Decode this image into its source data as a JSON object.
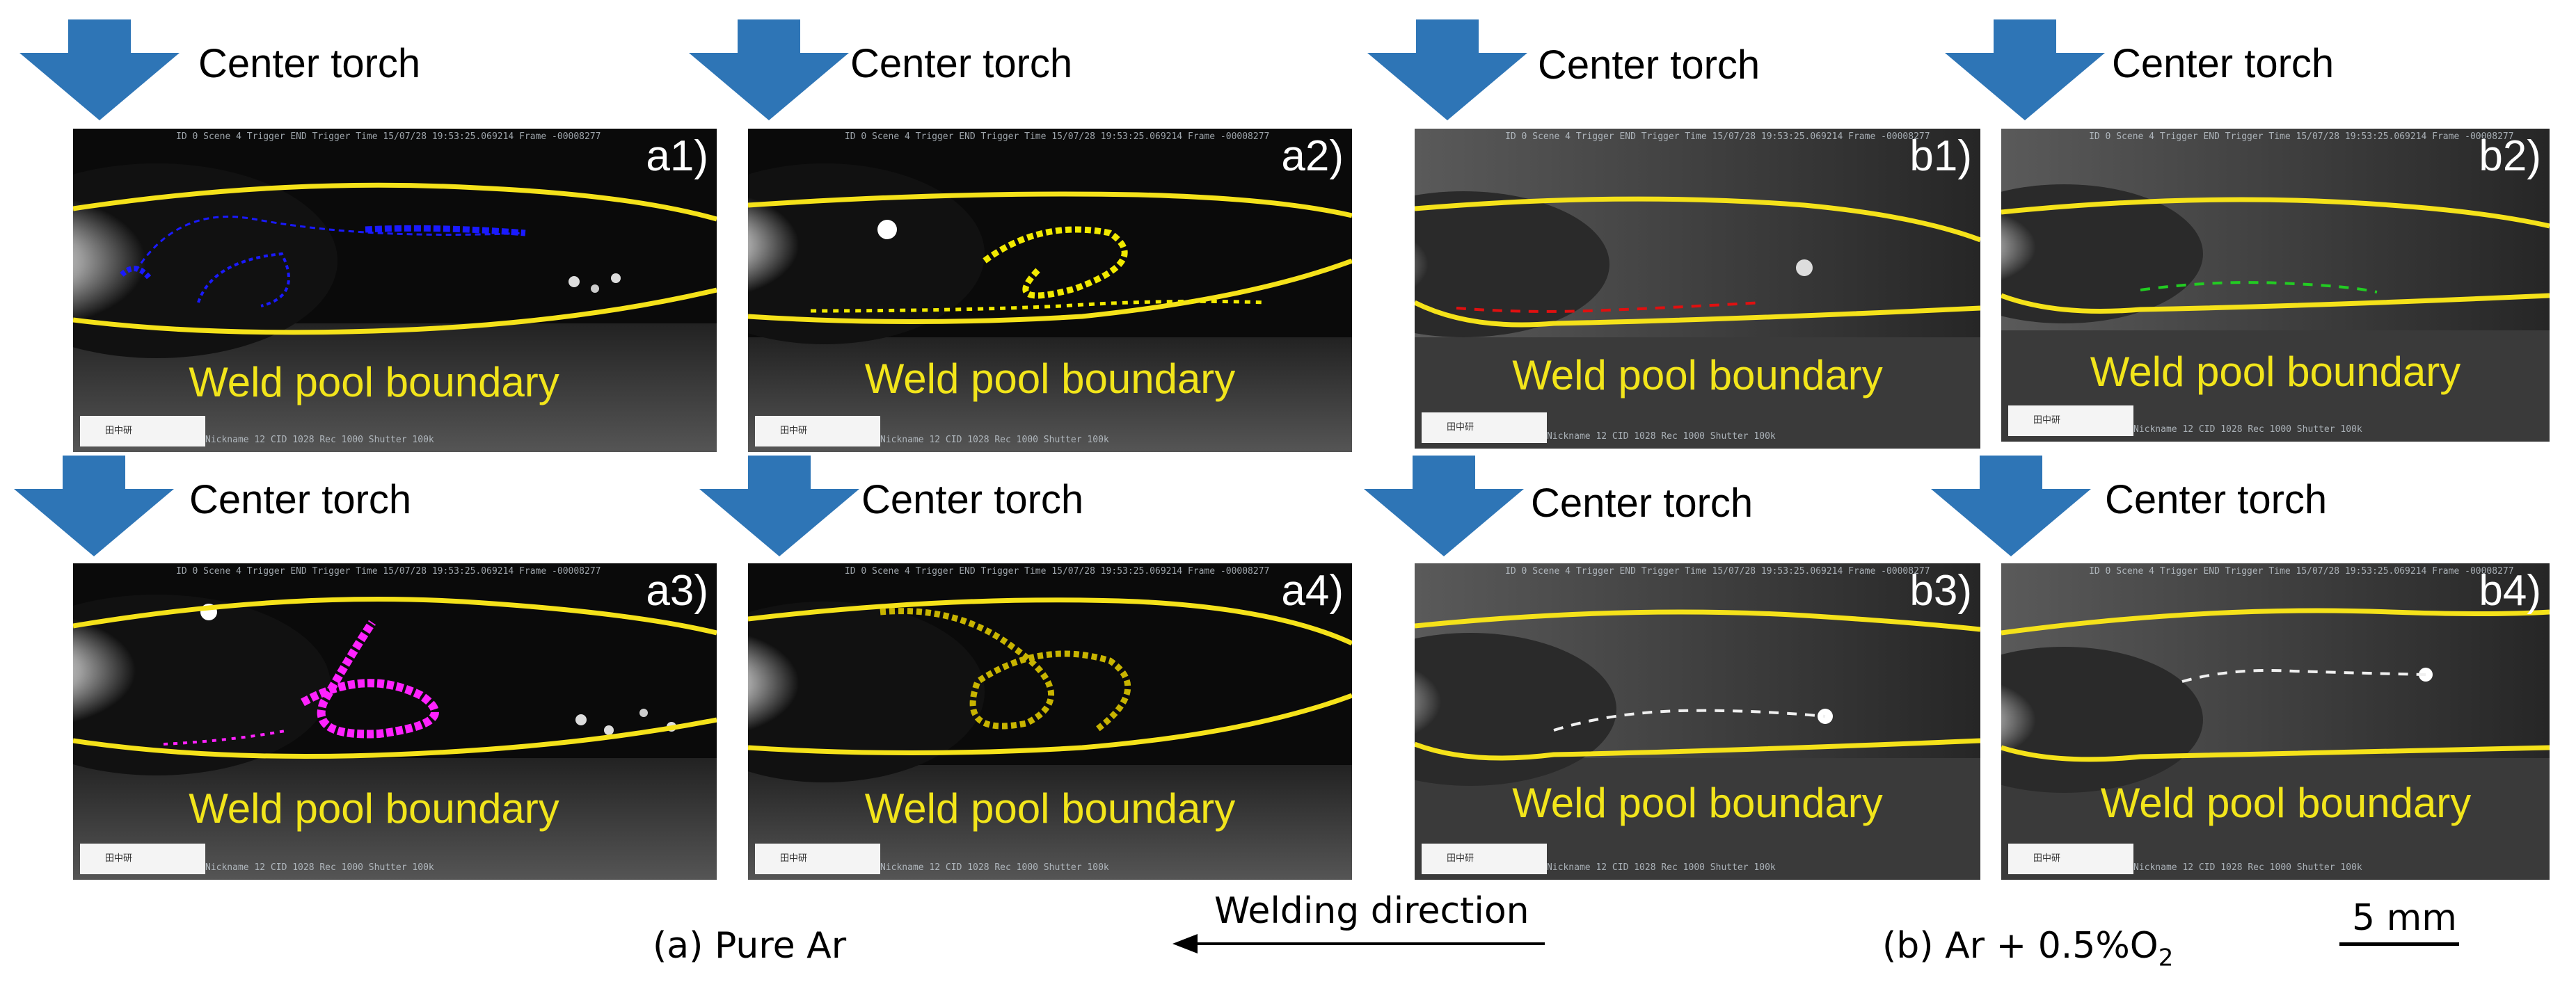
{
  "torch_label": "Center torch",
  "pool_label": "Weld pool boundary",
  "panels": [
    {
      "id": "a1)",
      "trace_color": "#1a1aff"
    },
    {
      "id": "a2)",
      "trace_color": "#f2ea00"
    },
    {
      "id": "b1)",
      "trace_color": "#e01010"
    },
    {
      "id": "b2)",
      "trace_color": "#22cc22"
    },
    {
      "id": "a3)",
      "trace_color": "#ff22ff"
    },
    {
      "id": "a4)",
      "trace_color": "#c8b400"
    },
    {
      "id": "b3)",
      "trace_color": "#f0f0f0"
    },
    {
      "id": "b4)",
      "trace_color": "#f0f0f0"
    }
  ],
  "hud": {
    "top_text": "ID 0 Scene 4 Trigger END Trigger Time 15/07/28 19:53:25.069214 Frame -00008277",
    "bottom_text": "Nickname 12 CID 1028 Rec 1000 Shutter 100k",
    "box_text": "田中研"
  },
  "captions": {
    "pure_ar": "(a) Pure Ar",
    "direction": "Welding direction",
    "ar_o2_prefix": "(b) Ar + 0.5%O",
    "ar_o2_sub": "2",
    "scale": "5 mm"
  },
  "colors": {
    "arrow": "#2e75b6",
    "boundary": "#f5e21a"
  }
}
